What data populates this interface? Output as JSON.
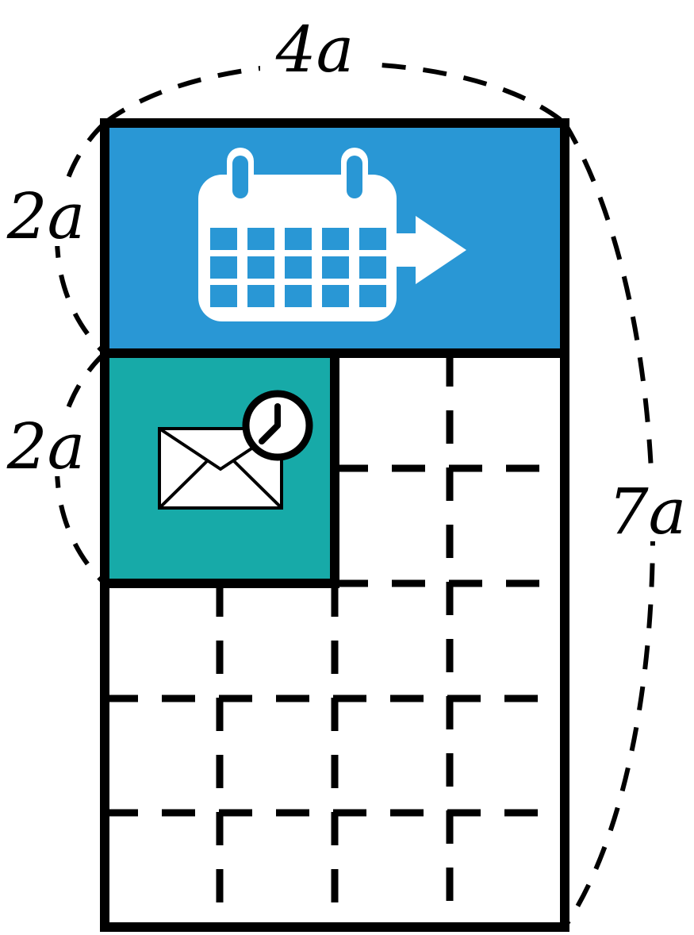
{
  "labels": {
    "top": "4a",
    "left_upper": "2a",
    "left_lower": "2a",
    "right": "7a"
  },
  "icons": {
    "upper_block": "calendar-arrow-icon",
    "lower_block": "envelope-clock-icon"
  },
  "colors": {
    "calendar_block": "#2997d5",
    "email_block": "#17aaa8",
    "outline": "#000000",
    "icon_fill": "#ffffff"
  },
  "grid": {
    "columns": 4,
    "rows": 7
  }
}
